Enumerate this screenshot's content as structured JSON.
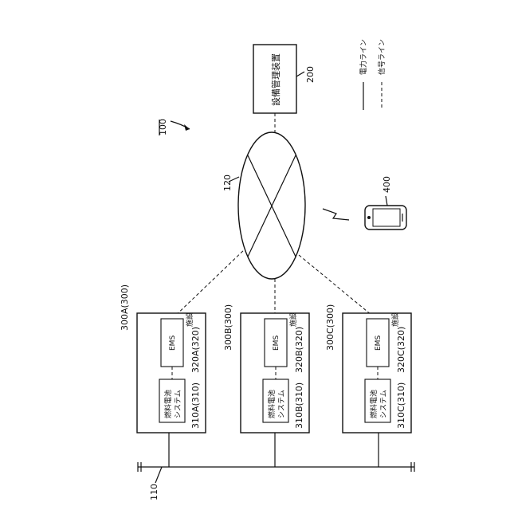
{
  "system": {
    "ref": "100"
  },
  "management": {
    "name": "設備管理装置",
    "ref": "200"
  },
  "network": {
    "ref": "120"
  },
  "power_grid": {
    "ref": "110"
  },
  "terminal": {
    "ref": "400"
  },
  "legend": {
    "power_line": "電力ライン",
    "signal_line": "信号ライン"
  },
  "facilities": [
    {
      "ref": "300A(300)",
      "label": "施設",
      "ems": "EMS",
      "ems_ref": "320A(320)",
      "fc_line1": "燃料電池",
      "fc_line2": "システム",
      "fc_ref": "310A(310)"
    },
    {
      "ref": "300B(300)",
      "label": "施設",
      "ems": "EMS",
      "ems_ref": "320B(320)",
      "fc_line1": "燃料電池",
      "fc_line2": "システム",
      "fc_ref": "310B(310)"
    },
    {
      "ref": "300C(300)",
      "label": "施設",
      "ems": "EMS",
      "ems_ref": "320C(320)",
      "fc_line1": "燃料電池",
      "fc_line2": "システム",
      "fc_ref": "310C(310)"
    }
  ]
}
